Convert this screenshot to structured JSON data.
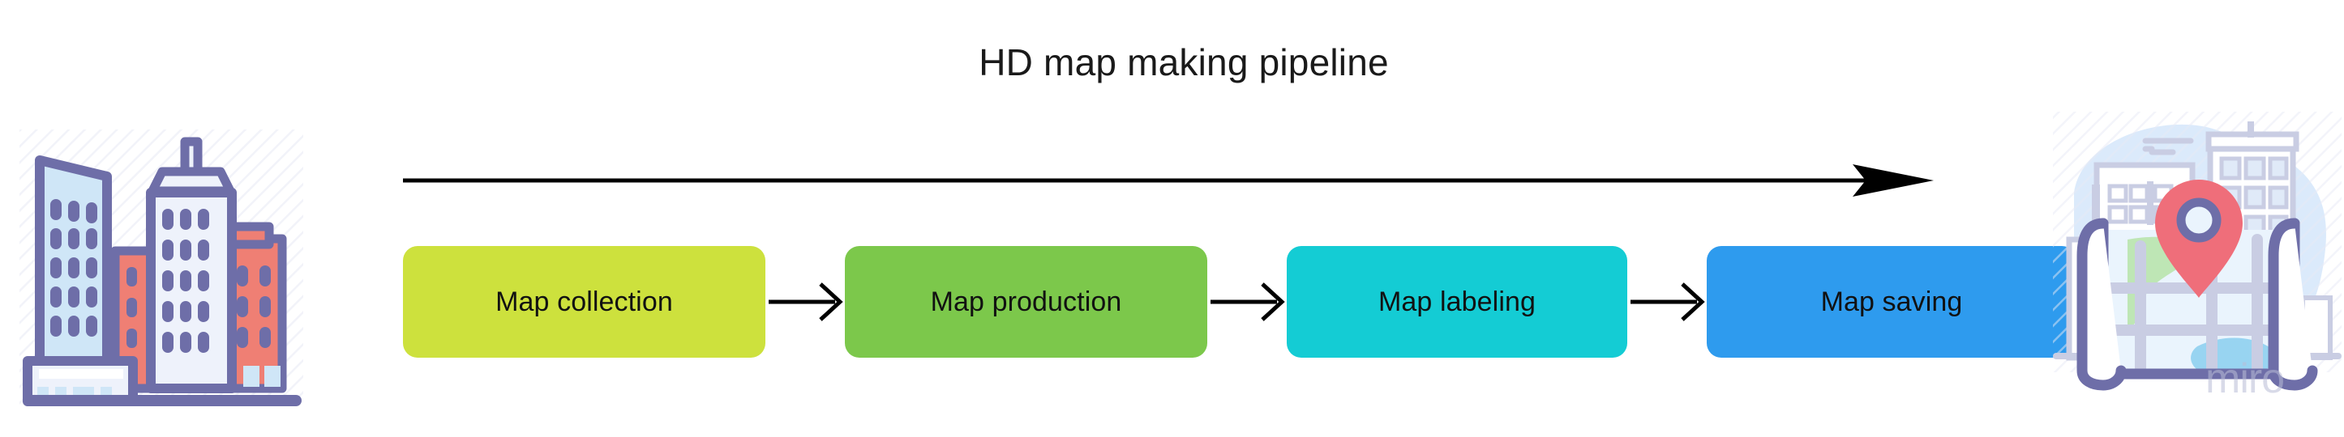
{
  "diagram": {
    "title": "HD map making pipeline",
    "type": "pipeline-flow",
    "direction_arrow": "rightward-progress-arrow",
    "stages": [
      {
        "label": "Map collection",
        "color": "#cde13d",
        "order": 1
      },
      {
        "label": "Map production",
        "color": "#7cc84b",
        "order": 2
      },
      {
        "label": "Map labeling",
        "color": "#14ccd4",
        "order": 3
      },
      {
        "label": "Map saving",
        "color": "#2e9bee",
        "order": 4
      }
    ],
    "connectors": [
      {
        "from": "Map collection",
        "to": "Map production",
        "glyph": "arrow-right"
      },
      {
        "from": "Map production",
        "to": "Map labeling",
        "glyph": "arrow-right"
      },
      {
        "from": "Map labeling",
        "to": "Map saving",
        "glyph": "arrow-right"
      }
    ],
    "illustrations": {
      "left": {
        "name": "city-buildings-illustration",
        "alt": "City skyline with skyscrapers"
      },
      "right": {
        "name": "rolled-map-with-pin-illustration",
        "alt": "Rolled paper map with location pin over city"
      }
    },
    "watermark": "miro",
    "colors": {
      "background": "#ffffff",
      "title_text": "#1a1a1a",
      "stage_text": "#111111",
      "arrow": "#000000",
      "illustration_outline": "#6e6ea8",
      "illustration_red": "#ef7f74",
      "illustration_blue": "#c6e0f5",
      "pin_red": "#ef6e7a",
      "watermark": "#b9bdd6"
    }
  }
}
